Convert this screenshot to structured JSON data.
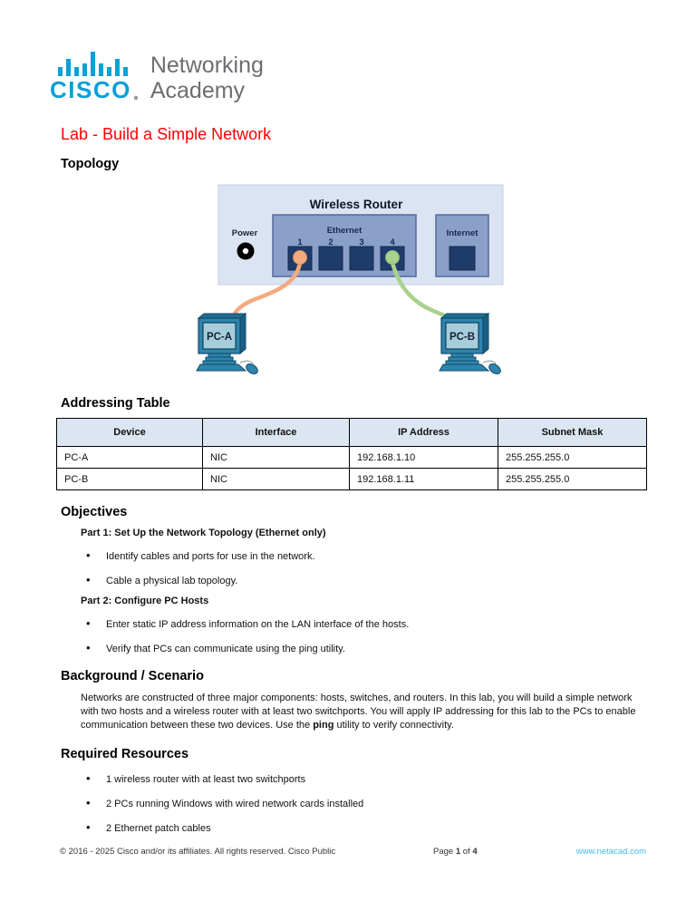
{
  "header": {
    "logo": {
      "brand": "CISCO",
      "tagline_line1": "Networking",
      "tagline_line2": "Academy"
    },
    "title": "Lab - Build a Simple Network"
  },
  "sections": {
    "topology_heading": "Topology",
    "addressing_heading": "Addressing Table",
    "objectives_heading": "Objectives",
    "background_heading": "Background / Scenario",
    "resources_heading": "Required Resources"
  },
  "topology": {
    "router_title": "Wireless Router",
    "power_label": "Power",
    "ethernet_label": "Ethernet",
    "port_labels": [
      "1",
      "2",
      "3",
      "4"
    ],
    "internet_label": "Internet",
    "pc_a_label": "PC-A",
    "pc_b_label": "PC-B",
    "cable_colors": {
      "pc_a_cable": "#f3aa7f",
      "pc_b_cable": "#aad18e"
    },
    "panel_colors": {
      "router_bg": "#dce4f3",
      "port_panel_bg": "#8aa0ca",
      "port_square": "#1f3b69"
    }
  },
  "addressing_table": {
    "headers": [
      "Device",
      "Interface",
      "IP Address",
      "Subnet Mask"
    ],
    "rows": [
      [
        "PC-A",
        "NIC",
        "192.168.1.10",
        "255.255.255.0"
      ],
      [
        "PC-B",
        "NIC",
        "192.168.1.11",
        "255.255.255.0"
      ]
    ]
  },
  "objectives": {
    "part1_title": "Part 1: Set Up the Network Topology (Ethernet only)",
    "part1_bullets": [
      "Identify cables and ports for use in the network.",
      "Cable a physical lab topology."
    ],
    "part2_title": "Part 2: Configure PC Hosts",
    "part2_bullets": [
      "Enter static IP address information on the LAN interface of the hosts.",
      "Verify that PCs can communicate using the ping utility."
    ]
  },
  "background": {
    "text_before": "Networks are constructed of three major components: hosts, switches, and routers. In this lab, you will build a simple network with two hosts and a wireless router with at least two switchports. You will apply IP addressing for this lab to the PCs to enable communication between these two devices. Use the ",
    "bold_word": "ping",
    "text_after": " utility to verify connectivity."
  },
  "resources": {
    "bullets": [
      "1 wireless router with at least two switchports",
      "2 PCs running Windows with wired network cards installed",
      "2 Ethernet patch cables"
    ]
  },
  "footer": {
    "copyright": "© 2016 - 2025 Cisco and/or its affiliates. All rights reserved. Cisco Public",
    "page_prefix": "Page ",
    "page_number": "1",
    "page_of": " of ",
    "page_total": "4",
    "link": "www.netacad.com"
  },
  "colors": {
    "title_red": "#ff0000",
    "cisco_blue": "#0aa0d8",
    "tagline_gray": "#6d6e71",
    "link_blue": "#3dbbea",
    "table_header_bg": "#dce6f2"
  }
}
